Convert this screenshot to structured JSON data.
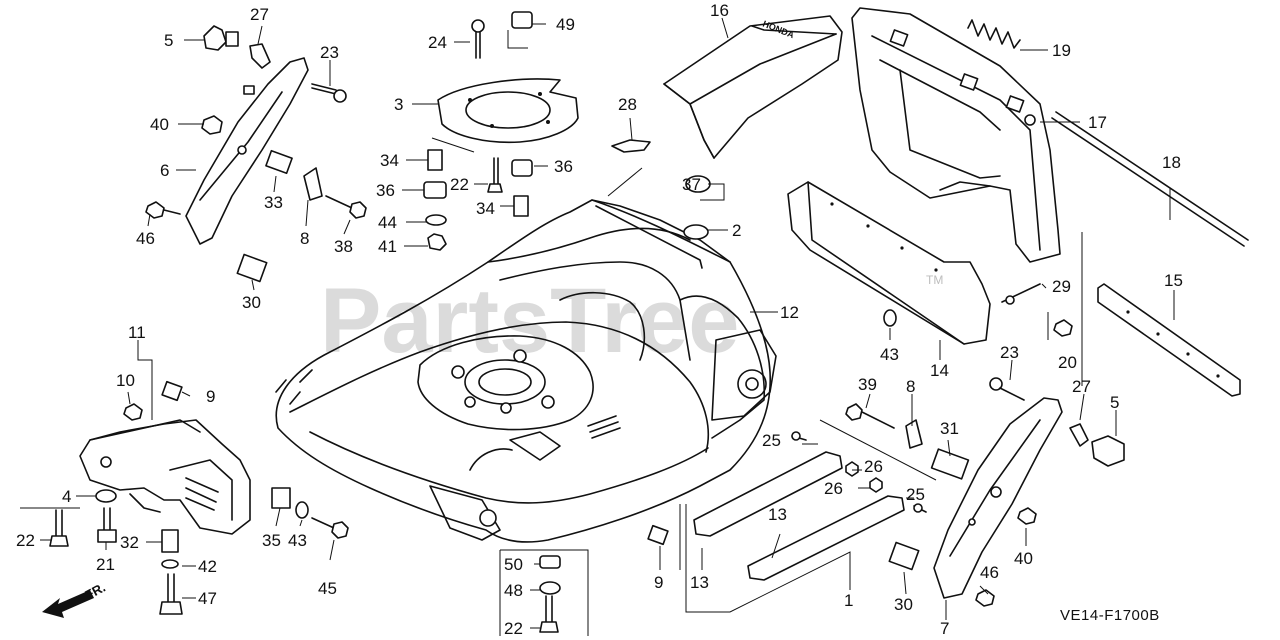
{
  "watermark": {
    "text": "PartsTree",
    "trademark": "TM"
  },
  "diagram_code": "VE14-F1700B",
  "direction_label": "FR.",
  "brand_mark": "HONDA",
  "callouts": [
    "5",
    "27",
    "23",
    "40",
    "6",
    "46",
    "33",
    "8",
    "38",
    "30",
    "24",
    "49",
    "3",
    "34",
    "36",
    "22",
    "34",
    "36",
    "44",
    "41",
    "16",
    "28",
    "37",
    "2",
    "12",
    "19",
    "17",
    "18",
    "14",
    "29",
    "15",
    "43",
    "23",
    "20",
    "11",
    "10",
    "9",
    "4",
    "22",
    "21",
    "32",
    "42",
    "47",
    "35",
    "43",
    "45",
    "50",
    "48",
    "22",
    "9",
    "13",
    "25",
    "13",
    "26",
    "26",
    "25",
    "1",
    "39",
    "8",
    "31",
    "30",
    "27",
    "5",
    "40",
    "46",
    "7"
  ]
}
